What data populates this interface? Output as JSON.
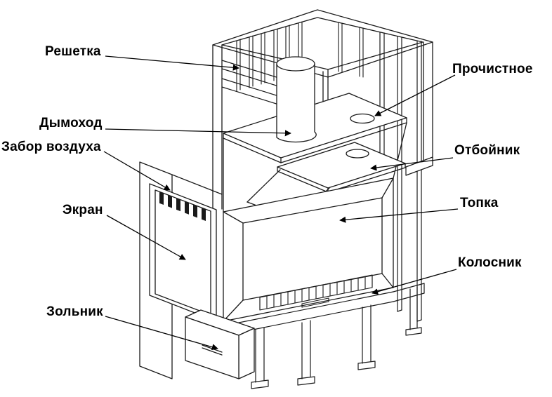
{
  "figure": {
    "type": "technical-line-diagram",
    "background": "#ffffff",
    "line_color": "#1a1a1a",
    "slot_color": "#1a1a1a",
    "labels": [
      {
        "id": "reshetka",
        "text": "Решетка"
      },
      {
        "id": "prochistnoe",
        "text": "Прочистное"
      },
      {
        "id": "dymohod",
        "text": "Дымоход"
      },
      {
        "id": "zabor-vozduha",
        "text": "Забор воздуха"
      },
      {
        "id": "otboynik",
        "text": "Отбойник"
      },
      {
        "id": "ekran",
        "text": "Экран"
      },
      {
        "id": "topka",
        "text": "Топка"
      },
      {
        "id": "kolosnik",
        "text": "Колосник"
      },
      {
        "id": "zolnik",
        "text": "Зольник"
      }
    ]
  }
}
